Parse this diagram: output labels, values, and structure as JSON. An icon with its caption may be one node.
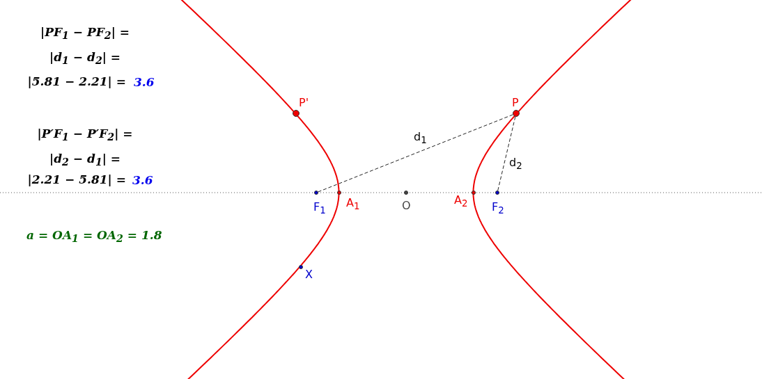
{
  "diagram": {
    "nodes": [
      {
        "text": [
          "P'"
        ]
      },
      {
        "text": [
          "P"
        ]
      },
      {
        "text": [
          "F$_{1}$"
        ]
      },
      {
        "text": [
          "A$_{1}$"
        ]
      },
      {
        "text": [
          "O"
        ]
      },
      {
        "text": [
          "A$_{2}$"
        ]
      },
      {
        "text": [
          "F$_{2}$"
        ]
      },
      {
        "text": [
          "X"
        ]
      }
    ],
    "edges": [
      {
        "from": 1,
        "to": 2,
        "arrow": "none",
        "label": "d$_{1}$",
        "style": "dashed"
      },
      {
        "from": 1,
        "to": 6,
        "arrow": "none",
        "label": "d$_{2}$",
        "style": "dashed"
      }
    ],
    "labels": [
      "|PF$_{1}$ − PF$_{2}$| =",
      "|d$_{1}$ − d$_{2}$| =",
      "|5.81 − 2.21| =",
      "3.6",
      "|P′F$_{1}$ − P′F$_{2}$| =",
      "|d$_{2}$ − d$_{1}$| =",
      "|2.21 − 5.81| =",
      "3.6",
      "a = OA$_{1}$ = OA$_{2}$ = 1.8"
    ]
  }
}
